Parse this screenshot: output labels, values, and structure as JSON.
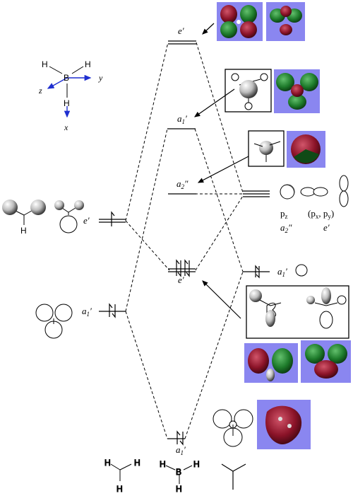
{
  "levels": {
    "left_e": {
      "sym": "e",
      "sup": "′"
    },
    "left_a1": {
      "sym": "a",
      "sub": "1",
      "sup": "′"
    },
    "top_e": {
      "sym": "e",
      "sup": "′"
    },
    "a1_antibond": {
      "sym": "a",
      "sub": "1",
      "sup": "′"
    },
    "a2_nb": {
      "sym": "a",
      "sub": "2",
      "sup": "″"
    },
    "e_bond": {
      "sym": "e",
      "sup": "′"
    },
    "a1_bond": {
      "sym": "a",
      "sub": "1",
      "sup": "′"
    },
    "right_a1": {
      "sym": "a",
      "sub": "1",
      "sup": "′"
    }
  },
  "boron_ao": {
    "pz": {
      "main": "p",
      "sub": "z"
    },
    "pz_sym": {
      "sym": "a",
      "sub": "2",
      "sup": "″"
    },
    "pxy": {
      "open": "(p",
      "sub1": "x",
      "mid": ", p",
      "sub2": "y",
      "close": ")"
    },
    "pxy_sym": {
      "sym": "e",
      "sup": "′"
    }
  },
  "axes": {
    "z": "z",
    "y": "y",
    "x": "x"
  },
  "atoms": {
    "B": "B",
    "H": "H"
  },
  "colors": {
    "axis_blue": "#1f2fd0",
    "panel": "#8a86f0",
    "lobe_red": "#8b1328",
    "lobe_green": "#1d7a2a"
  }
}
